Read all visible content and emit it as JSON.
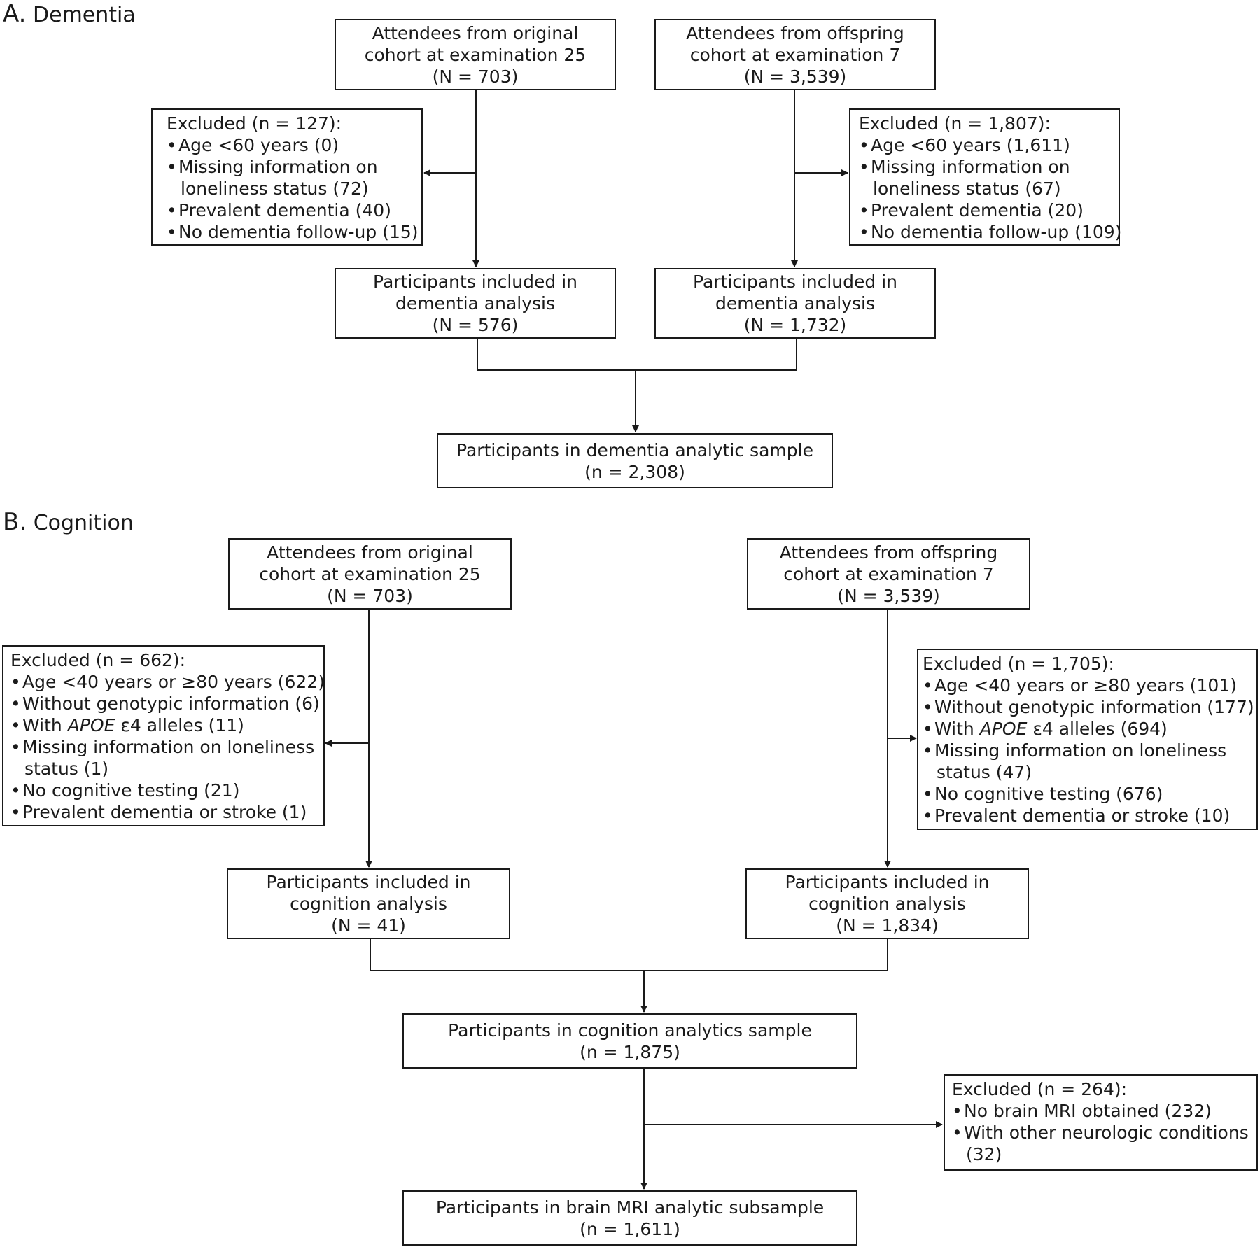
{
  "section_a": {
    "letter": "A.",
    "title": "Dementia",
    "original_cohort": [
      "Attendees from original",
      "cohort at examination 25",
      "(N = 703)"
    ],
    "offspring_cohort": [
      "Attendees from offspring",
      "cohort at examination 7",
      "(N = 3,539)"
    ],
    "excluded_original": {
      "header": "Excluded (n = 127):",
      "items": [
        "Age <60 years (0)",
        "Missing information on",
        "loneliness status (72)",
        "Prevalent dementia (40)",
        "No dementia follow-up (15)"
      ]
    },
    "excluded_offspring": {
      "header": "Excluded (n = 1,807):",
      "items": [
        "Age <60 years (1,611)",
        "Missing information on",
        "loneliness status (67)",
        "Prevalent dementia (20)",
        "No dementia follow-up (109)"
      ]
    },
    "included_original": [
      "Participants included in",
      "dementia analysis",
      "(N = 576)"
    ],
    "included_offspring": [
      "Participants included in",
      "dementia analysis",
      "(N = 1,732)"
    ],
    "analytic_sample": [
      "Participants in dementia analytic sample",
      "(n = 2,308)"
    ]
  },
  "section_b": {
    "letter": "B.",
    "title": "Cognition",
    "original_cohort": [
      "Attendees from original",
      "cohort at examination 25",
      "(N = 703)"
    ],
    "offspring_cohort": [
      "Attendees from offspring",
      "cohort at examination 7",
      "(N = 3,539)"
    ],
    "excluded_original": {
      "header": "Excluded (n = 662):",
      "items": [
        "Age <40 years or ≥80 years (622)",
        "Without genotypic information (6)",
        "With",
        "APOE",
        "ε4 alleles (11)",
        "Missing information on loneliness",
        "status (1)",
        "No cognitive testing (21)",
        "Prevalent dementia or stroke (1)"
      ]
    },
    "excluded_offspring": {
      "header": "Excluded (n = 1,705):",
      "items": [
        "Age <40 years or ≥80 years (101)",
        "Without genotypic information (177)",
        "With",
        "APOE",
        "ε4 alleles (694)",
        "Missing information on loneliness",
        "status (47)",
        "No cognitive testing (676)",
        "Prevalent dementia or stroke (10)"
      ]
    },
    "included_original": [
      "Participants included in",
      "cognition analysis",
      "(N = 41)"
    ],
    "included_offspring": [
      "Participants included in",
      "cognition analysis",
      "(N = 1,834)"
    ],
    "analytics_sample": [
      "Participants in cognition analytics sample",
      "(n = 1,875)"
    ],
    "excluded_mri": {
      "header": "Excluded (n = 264):",
      "items": [
        "No brain MRI obtained (232)",
        "With other neurologic conditions",
        "(32)"
      ]
    },
    "mri_subsample": [
      "Participants in brain MRI analytic subsample",
      "(n = 1,611)"
    ]
  }
}
